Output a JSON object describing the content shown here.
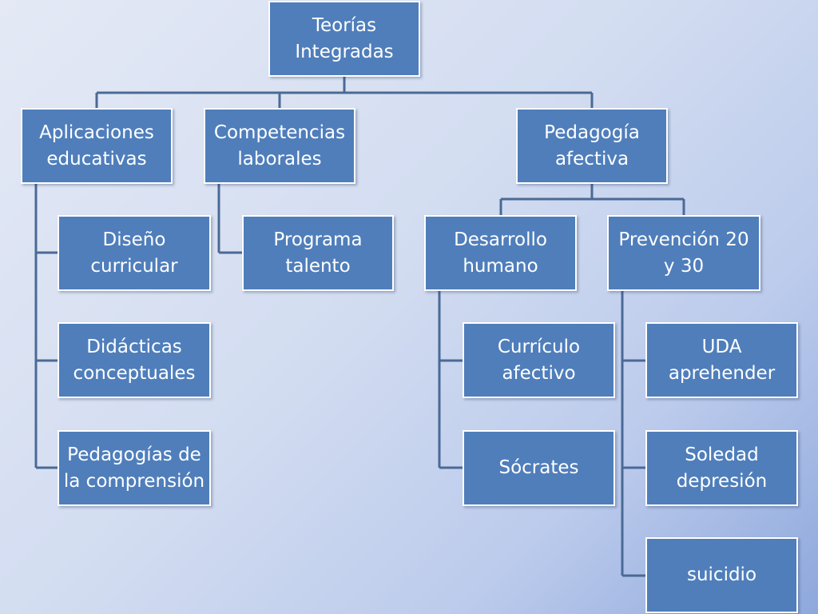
{
  "colors": {
    "node_fill": "#4f7ebb",
    "node_border": "#ffffff",
    "connector": "#4a6a96"
  },
  "root": {
    "label": "Teorías\nIntegradas"
  },
  "level1": [
    {
      "label": "Aplicaciones\neducativas"
    },
    {
      "label": "Competencias\nlaborales"
    },
    {
      "label": "Pedagogía\nafectiva"
    }
  ],
  "aplicaciones_children": [
    {
      "label": "Diseño\ncurricular"
    },
    {
      "label": "Didácticas\nconceptuales"
    },
    {
      "label": "Pedagogías de\nla comprensión"
    }
  ],
  "competencias_children": [
    {
      "label": "Programa\ntalento"
    }
  ],
  "pedagogia_children": [
    {
      "label": "Desarrollo\nhumano"
    },
    {
      "label": "Prevención 20\ny 30"
    }
  ],
  "desarrollo_children": [
    {
      "label": "Currículo\nafectivo"
    },
    {
      "label": "Sócrates"
    }
  ],
  "prevencion_children": [
    {
      "label": "UDA\naprehender"
    },
    {
      "label": "Soledad\ndepresión"
    },
    {
      "label": "suicidio"
    }
  ]
}
